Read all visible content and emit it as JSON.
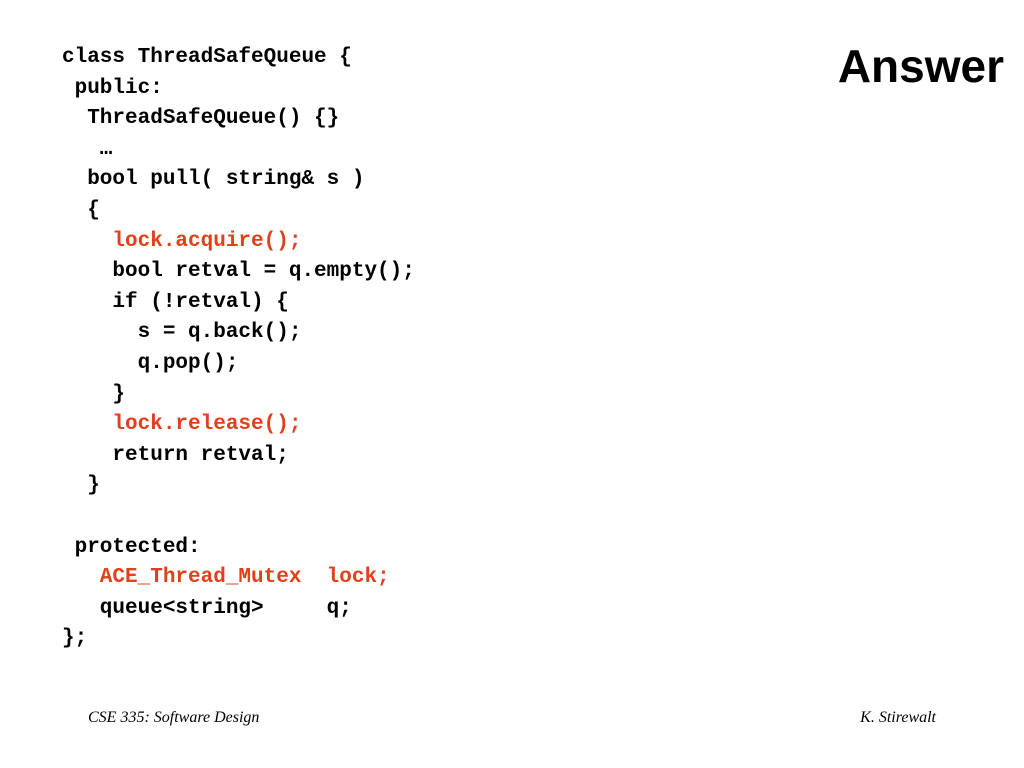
{
  "slide": {
    "title": "Answer",
    "code_lines": [
      {
        "text": "class ThreadSafeQueue {",
        "highlight": false
      },
      {
        "text": " public:",
        "highlight": false
      },
      {
        "text": "  ThreadSafeQueue() {}",
        "highlight": false
      },
      {
        "text": "   …",
        "highlight": false
      },
      {
        "text": "  bool pull( string& s )",
        "highlight": false
      },
      {
        "text": "  {",
        "highlight": false
      },
      {
        "text": "    lock.acquire();",
        "highlight": true
      },
      {
        "text": "    bool retval = q.empty();",
        "highlight": false
      },
      {
        "text": "    if (!retval) {",
        "highlight": false
      },
      {
        "text": "      s = q.back();",
        "highlight": false
      },
      {
        "text": "      q.pop();",
        "highlight": false
      },
      {
        "text": "    }",
        "highlight": false
      },
      {
        "text": "    lock.release();",
        "highlight": true
      },
      {
        "text": "    return retval;",
        "highlight": false
      },
      {
        "text": "  }",
        "highlight": false
      },
      {
        "text": "",
        "highlight": false
      },
      {
        "text": " protected:",
        "highlight": false
      },
      {
        "text": "   ACE_Thread_Mutex  lock;",
        "highlight": true
      },
      {
        "text": "   queue<string>     q;",
        "highlight": false
      },
      {
        "text": "};",
        "highlight": false
      }
    ],
    "highlight_color": "#e0401a",
    "footer": {
      "left": "CSE 335: Software Design",
      "right": "K. Stirewalt"
    }
  }
}
